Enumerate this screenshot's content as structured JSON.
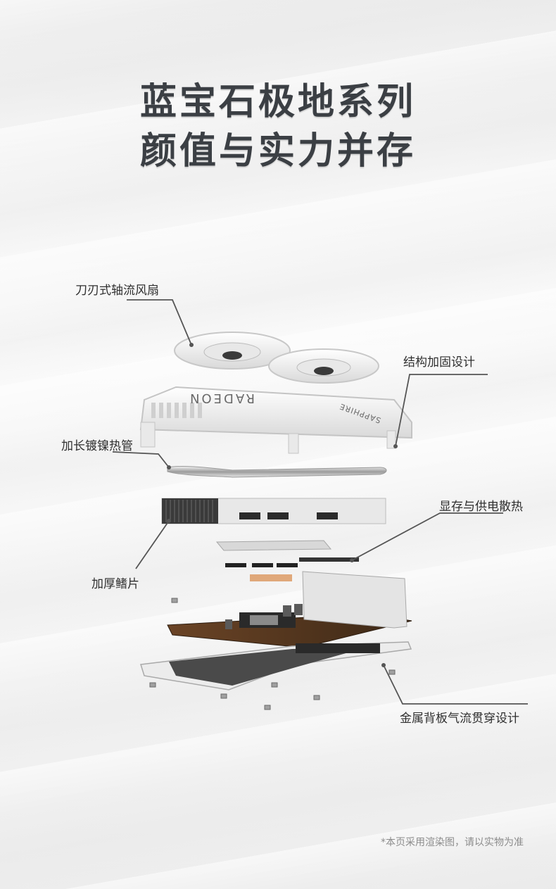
{
  "title": {
    "line1": "蓝宝石极地系列",
    "line2": "颜值与实力并存"
  },
  "callouts": {
    "fan": "刀刃式轴流风扇",
    "structure": "结构加固设计",
    "heatpipe": "加长镀镍热管",
    "vram": "显存与供电散热",
    "fins": "加厚鳍片",
    "backplate": "金属背板气流贯穿设计"
  },
  "shroud_brand_text": "RADEON",
  "shroud_maker_text": "SAPPHIRE",
  "footnote": "*本页采用渲染图，请以实物为准",
  "colors": {
    "title": "#3b3f44",
    "callout_text": "#2f2f2f",
    "leader_line": "#555555",
    "pcb": "#5a3a22",
    "shroud": "#f2f2f2"
  }
}
